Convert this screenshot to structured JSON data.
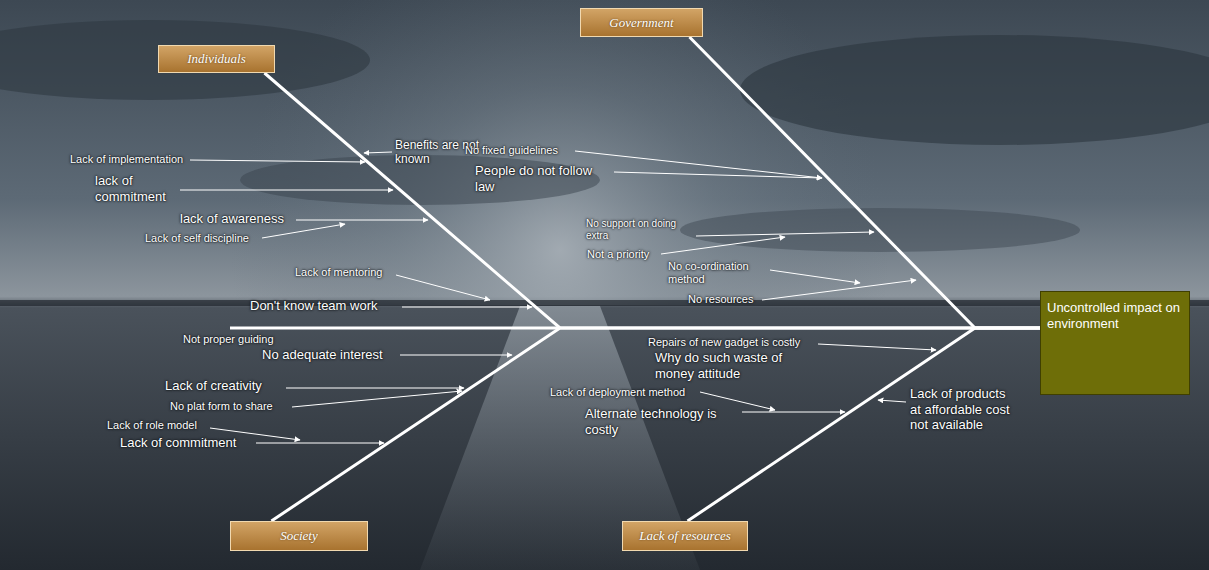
{
  "diagram": {
    "nodes": [
      {
        "text": [
          "Individuals"
        ]
      },
      {
        "text": [
          "Government"
        ]
      },
      {
        "text": [
          "Uncontrolled impact on environment"
        ]
      },
      {
        "text": [
          "Society"
        ]
      },
      {
        "text": [
          "Lack of resources"
        ]
      }
    ],
    "edges": [
      {
        "from": 0,
        "to": 2,
        "arrow": "none"
      },
      {
        "from": 1,
        "to": 2,
        "arrow": "none"
      },
      {
        "from": 3,
        "to": 2,
        "arrow": "none"
      },
      {
        "from": 4,
        "to": 2,
        "arrow": "none"
      }
    ],
    "labels": [
      "Benefits are not known",
      "No fixed guidelines",
      "People do not follow law",
      "Lack of implementation",
      "lack of commitment",
      "lack of awareness",
      "Lack of self discipline",
      "Lack of mentoring",
      "Don't know team work",
      "No support on doing extra",
      "Not a priority",
      "No co-ordination method",
      "No resources",
      "Not proper guiding",
      "No adequate interest",
      "Lack of creativity",
      "No plat form to share",
      "Lack of role model",
      "Lack of commitment",
      "Repairs of new gadget is costly",
      "Why do such waste of money attitude",
      "Lack of deployment method",
      "Alternate technology is costly",
      "Lack of products at affordable cost not available"
    ]
  }
}
